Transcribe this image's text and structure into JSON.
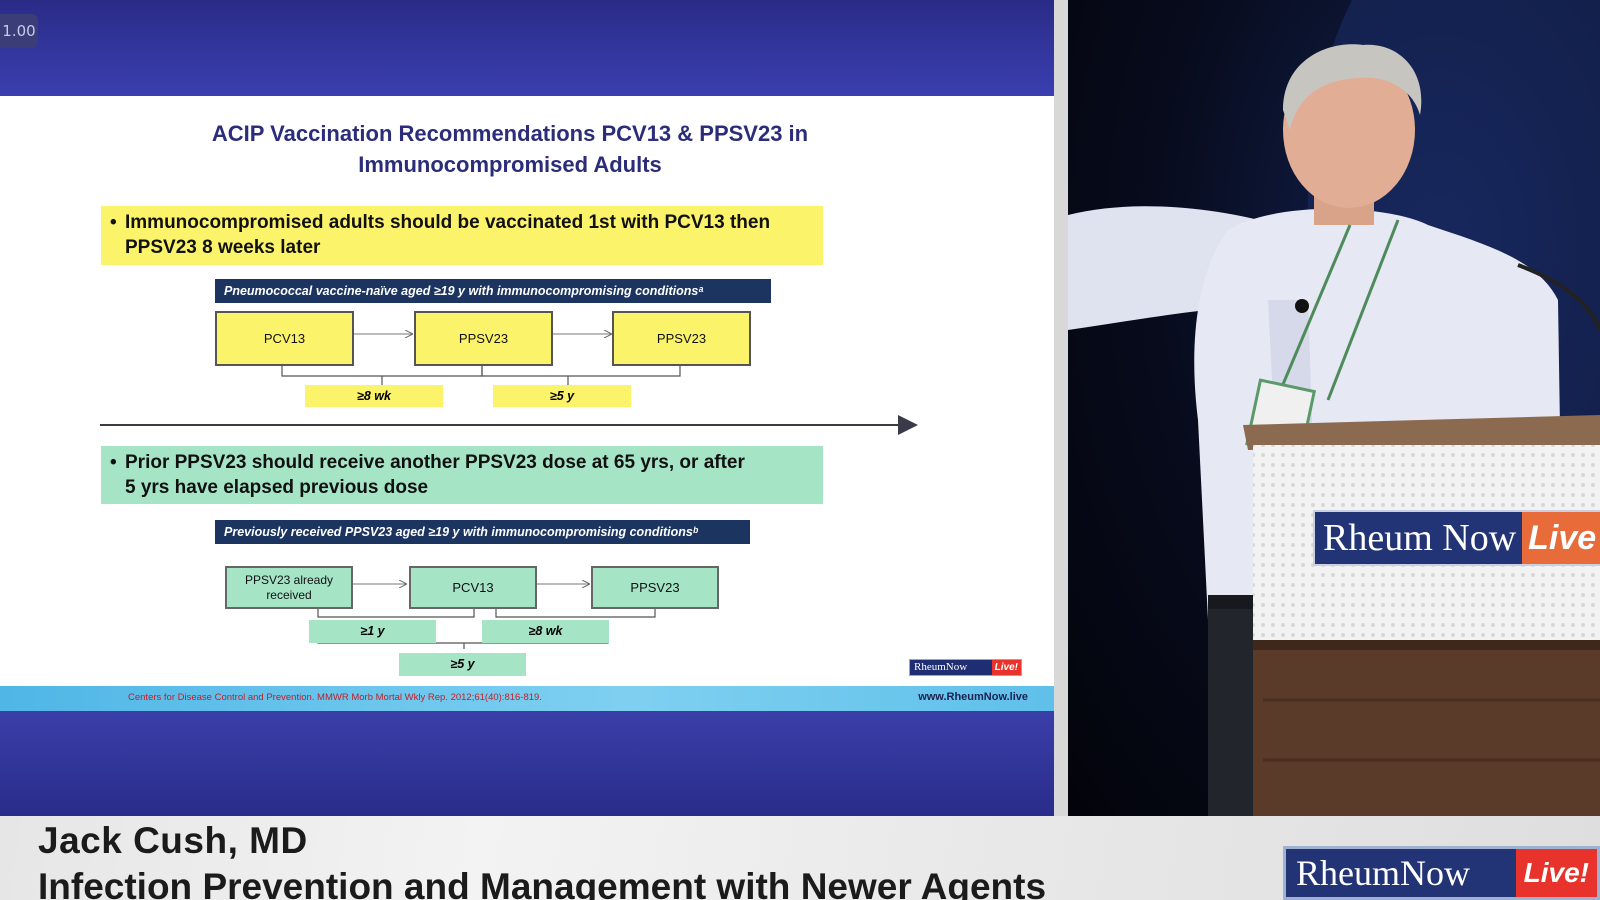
{
  "player": {
    "zoom_level": "1.00"
  },
  "slide": {
    "title_line1": "ACIP Vaccination Recommendations PCV13 & PPSV23 in",
    "title_line2": "Immunocompromised Adults",
    "bullet_char": "•",
    "bullet1_line1": "Immunocompromised adults should be vaccinated 1st with PCV13 then",
    "bullet1_line2": "PPSV23 8 weeks later",
    "bullet2_line1": "Prior PPSV23 should receive another PPSV23 dose at 65 yrs, or after",
    "bullet2_line2": "5 yrs have elapsed previous dose",
    "flow1": {
      "label": "Pneumococcal vaccine-naïve aged ≥19 y with immunocompromising conditionsᵃ",
      "boxes": [
        "PCV13",
        "PPSV23",
        "PPSV23"
      ],
      "intervals": [
        "≥8 wk",
        "≥5 y"
      ]
    },
    "flow2": {
      "label": "Previously received PPSV23 aged ≥19 y with immunocompromising conditionsᵇ",
      "box1_line1": "PPSV23 already",
      "box1_line2": "received",
      "box2": "PCV13",
      "box3": "PPSV23",
      "intervals": [
        "≥1 y",
        "≥8 wk",
        "≥5 y"
      ]
    },
    "citation": "Centers for Disease Control and Prevention. MMWR Morb Mortal Wkly Rep. 2012;61(40):816-819.",
    "website": "www.RheumNow.live",
    "logo_text": "RheumNow",
    "logo_live": "Live!"
  },
  "video": {
    "podium_logo_text": "Rheum Now",
    "podium_logo_live": "Live"
  },
  "lower_third": {
    "speaker_name": "Jack Cush, MD",
    "talk_title": "Infection Prevention and Management with Newer Agents",
    "logo_text": "RheumNow",
    "logo_live": "Live!"
  },
  "colors": {
    "slide_header": "#2a2b87",
    "bullet1_bg": "#fbf36a",
    "bullet2_bg": "#a5e5c6",
    "label_bg": "#1b3460",
    "brand_red": "#e7332b",
    "brand_navy": "#233476"
  }
}
